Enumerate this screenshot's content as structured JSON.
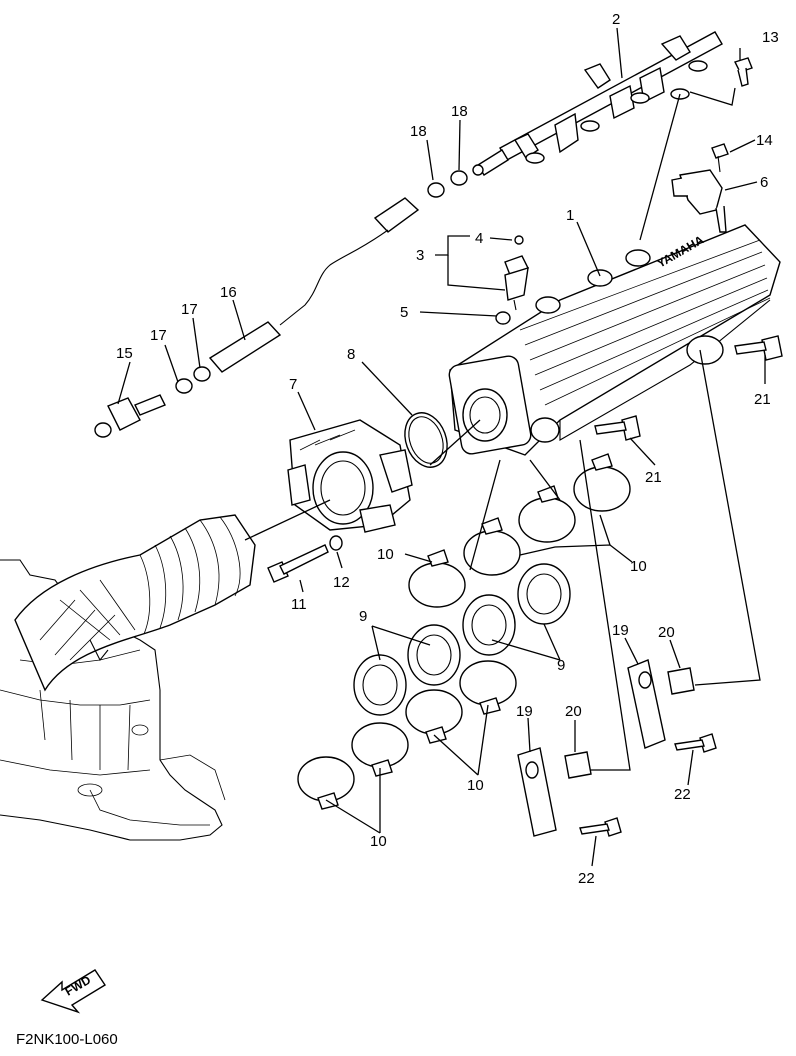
{
  "diagram": {
    "callouts": [
      "2",
      "13",
      "18",
      "18",
      "14",
      "6",
      "1",
      "4",
      "3",
      "16",
      "17",
      "17",
      "15",
      "5",
      "8",
      "7",
      "21",
      "21",
      "10",
      "10",
      "12",
      "11",
      "9",
      "9",
      "19",
      "20",
      "19",
      "20",
      "10",
      "22",
      "22",
      "10"
    ],
    "drawing_code": "F2NK100-L060",
    "fwd_label": "FWD",
    "manufacturer_mark": "YAMAHA"
  }
}
